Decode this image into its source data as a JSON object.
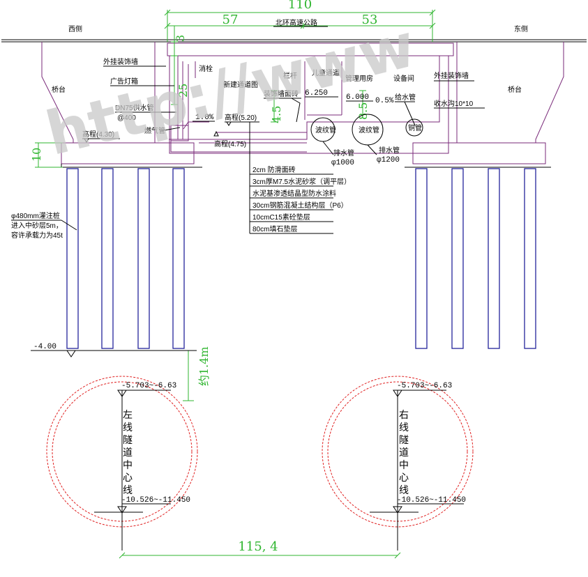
{
  "labels": {
    "west_side": "西侧",
    "east_side": "东侧",
    "road_name": "北环高速公路",
    "outer_decor_wall_left": "外挂装饰墙",
    "outer_decor_wall_right": "外挂装饰墙",
    "abutment_left": "桥台",
    "abutment_right": "桥台",
    "ad_lightbox": "广告灯箱",
    "water_pipe": "DN75供水管",
    "water_pipe_spacing": "@400",
    "gas_pipe": "燃气管",
    "fire_hydrant": "消栓",
    "new_underpass": "新建通道图",
    "railing": "栏杆",
    "child_passage": "儿童通道",
    "decor_wall_face": "装饰墙面砖",
    "pipe_gallery": "管理用房",
    "equipment_room": "设备间",
    "drain_pipe_small": "给水管",
    "collect_water": "收水沟10*10",
    "elev_1_label": "高程(4.30)",
    "elev_2_label": "高程(5.20)",
    "elev_3_label": "高程(4.75)",
    "elev_6250": "6.250",
    "elev_6000": "6.000",
    "slope_1": "1.0%",
    "slope_2": "0.5%",
    "cable_1": "波纹管",
    "cable_2": "波纹管",
    "cable_3": "铜管",
    "drain_1_label": "排水管",
    "drain_1_size": "φ1000",
    "drain_2_label": "排水管",
    "drain_2_size": "φ1200",
    "pile_note_1": "φ480mm灌注桩",
    "pile_note_2": "进入中砂层5m，",
    "pile_note_3": "容许承载力为45t",
    "pile_tip_elev": "-4.00",
    "clearance": "约1.4m",
    "left_tunnel_top": "-5.703~-6.63",
    "right_tunnel_top": "-5.703~-6.63",
    "left_tunnel_bottom": "-10.526~-11.450",
    "right_tunnel_bottom": "-10.526~-11.450",
    "left_tunnel_name": [
      "左",
      "线",
      "隧",
      "道",
      "中",
      "心",
      "线"
    ],
    "right_tunnel_name": [
      "右",
      "线",
      "隧",
      "道",
      "中",
      "心",
      "线"
    ],
    "watermark": "http://www"
  },
  "dims": {
    "top_total": "110",
    "top_left": "57",
    "top_right": "53",
    "d_3": "3",
    "d_25": "25",
    "d_4_5": "4.5",
    "d_8_5": "8.5",
    "d_10": "10",
    "tunnel_spacing": "115, 4"
  },
  "pavement_layers": [
    "2cm 防滑面砖",
    "3cm厚M7.5水泥砂浆（调平层）",
    "水泥基渗透结晶型防水涂料",
    "30cm钢筋混凝土结构层（P6）",
    "10cmC15素砼垫层",
    "80cm填石垫层"
  ],
  "colors": {
    "dimension": "#2fb52f",
    "tunnel": "#e02020",
    "pile": "#23239a",
    "structure": "#7a2a7a"
  }
}
